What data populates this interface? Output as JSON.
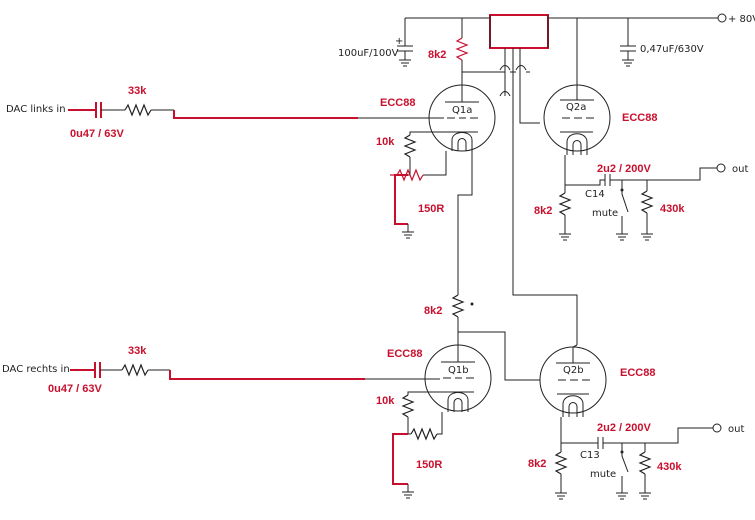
{
  "supply": {
    "label": "+ 80V"
  },
  "caps": {
    "reservoir": "100uF/100V",
    "supply_decoupling": "0,47uF/630V",
    "input_left": "0u47 / 63V",
    "input_right": "0u47 / 63V",
    "output_top": "2u2 / 200V",
    "output_bottom": "2u2 / 200V",
    "output_top_ref": "C14",
    "output_bottom_ref": "C13",
    "plus_sign": "+"
  },
  "inputs": {
    "left": "DAC links in",
    "right": "DAC rechts in"
  },
  "resistors": {
    "input_left": "33k",
    "input_right": "33k",
    "anode_top": "8k2",
    "anode_mid": "8k2",
    "cathode_top": "10k",
    "cathode_bottom": "10k",
    "grid_stop_top": "150R",
    "grid_stop_bottom": "150R",
    "follower_top": "8k2",
    "follower_bottom": "8k2",
    "load_top": "430k",
    "load_bottom": "430k"
  },
  "tubes": {
    "q1a": {
      "ref": "Q1a",
      "type": "ECC88"
    },
    "q2a": {
      "ref": "Q2a",
      "type": "ECC88"
    },
    "q1b": {
      "ref": "Q1b",
      "type": "ECC88"
    },
    "q2b": {
      "ref": "Q2b",
      "type": "ECC88"
    }
  },
  "mute": {
    "top": "mute",
    "bottom": "mute"
  },
  "outputs": {
    "top": "out",
    "bottom": "out"
  }
}
